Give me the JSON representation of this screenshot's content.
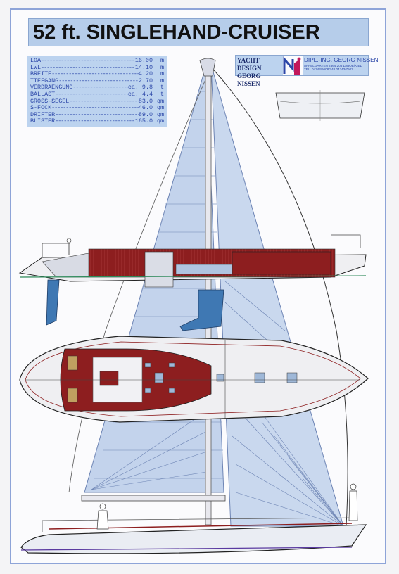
{
  "title": "52 ft. SINGLEHAND-CRUISER",
  "specs": [
    {
      "name": "LOA",
      "value": "16.00",
      "unit": "m"
    },
    {
      "name": "LWL",
      "value": "14.10",
      "unit": "m"
    },
    {
      "name": "BREITE",
      "value": "4.20",
      "unit": "m"
    },
    {
      "name": "TIEFGANG",
      "value": "2.70",
      "unit": "m"
    },
    {
      "name": "VERDRAENGUNG",
      "value": "ca. 9.8",
      "unit": "t"
    },
    {
      "name": "BALLAST",
      "value": "ca. 4.4",
      "unit": "t"
    },
    {
      "name": "GROSS-SEGEL",
      "value": "83.0",
      "unit": "qm"
    },
    {
      "name": "S-FOCK",
      "value": "46.0",
      "unit": "qm"
    },
    {
      "name": "DRIFTER",
      "value": "89.0",
      "unit": "qm"
    },
    {
      "name": "BLISTER",
      "value": "165.0",
      "unit": "qm"
    }
  ],
  "logo": {
    "line1": "YACHT DESIGN",
    "line2": "GEORG NISSEN",
    "name": "DIPL.-ING. GEORG NISSEN",
    "addr1": "APPELGARTEN 2364 205 LABOE/KIEL",
    "addr2": "TEL. 04343/9608/748 04343/7503"
  },
  "colors": {
    "sail": "#c9d8ee",
    "hull_red": "#8d1e1f",
    "keel_blue": "#3f78b3",
    "panel_blue": "#bcd3ef",
    "frame_blue": "#8ea4d8"
  }
}
